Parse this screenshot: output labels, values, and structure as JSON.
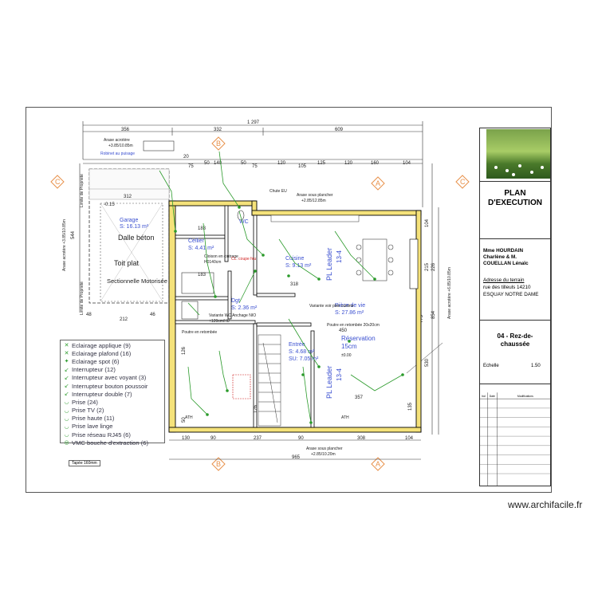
{
  "dims_top_total": "1 297",
  "dims_top": [
    "356",
    "332",
    "609"
  ],
  "dims_second": [
    "20",
    "75",
    "50",
    "140",
    "50",
    "75",
    "120",
    "105",
    "160",
    "104"
  ],
  "dims_second_b": [
    "20",
    "125",
    "120",
    "160",
    "104"
  ],
  "dims_bottom": [
    "130",
    "90",
    "237",
    "90",
    "308",
    "104"
  ],
  "dims_bottom_total": "965",
  "dims_left": [
    "544",
    "212",
    "48",
    "46"
  ],
  "dims_right": [
    "104",
    "215",
    "226",
    "775",
    "530",
    "854"
  ],
  "annotations": {
    "arase_acrotere_top": "Arase acrotère",
    "arase_acrotere_top_val": "+3.85/10.85m",
    "robinet": "Robinet au puisage",
    "chute_eu": "Chute EU",
    "arase_plancher_top": "Arase sous plancher",
    "arase_plancher_top_val": "+2.85/12.85m",
    "arase_acrotere_left": "Arase acrotère +3.85/10.85m",
    "limite_propriete": "Limite de Propriété",
    "arase_right": "Arase acrotère +6.85/10.85m",
    "cloison": "Cloison en cintrage",
    "cloison_h": "H0140cm",
    "cl_coupe_feu": "CL. coupe feu",
    "variante_cuisine": "Variante voir plan cuisine",
    "variante_wc": "Variante WC Anchage NIO",
    "hauteur_wc": "+120cm/H0",
    "poutre": "Poutre en retombée 20x20cm",
    "poutre_bottom": "Poutre en retombée",
    "arase_bottom": "Arase sous plancher",
    "arase_bottom_val": "+2.85/10.20m",
    "reservation": "Réservation",
    "reservation_val": "15cm",
    "reservation_elev": "±0.00",
    "ath1": "ATH",
    "ath2": "ATH",
    "pl_leader": "PL Leader",
    "placo": "13-4",
    "niveau_garage": "-0.15",
    "ceiling_width": "312",
    "dim_183": "183",
    "dim_357": "357",
    "dim_450": "450",
    "dim_318": "318",
    "mod_note": "Modifications"
  },
  "rooms": {
    "garage": {
      "name": "Garage",
      "area": "S: 16.13 m²"
    },
    "cellier": {
      "name": "Cellier",
      "area": "S: 4.41 m²"
    },
    "cuisine": {
      "name": "Cuisine",
      "area": "S: 9.13 m²"
    },
    "piece_vie": {
      "name": "Pièce de vie",
      "area": "S: 27.86 m²"
    },
    "degt": {
      "name": "Dgt",
      "area": "S: 2.36 m²"
    },
    "entree": {
      "name": "Entrée",
      "area": "S: 4.68 m²",
      "area2": "SU: 7.05 m²"
    },
    "wc": {
      "name": "WC"
    },
    "dalle": "Dalle béton",
    "toit": "Toit plat",
    "sectionnelle": "Sectionnelle Motorisée"
  },
  "section_marks": [
    "C",
    "C",
    "A",
    "A",
    "B",
    "B"
  ],
  "legend": [
    {
      "label": "Eclairage applique (9)",
      "icon": "wall-light-icon"
    },
    {
      "label": "Eclairage plafond (16)",
      "icon": "ceiling-light-icon"
    },
    {
      "label": "Eclairage spot (6)",
      "icon": "spot-light-icon"
    },
    {
      "label": "Interrupteur (12)",
      "icon": "switch-icon"
    },
    {
      "label": "Interrupteur avec voyant (3)",
      "icon": "switch-led-icon"
    },
    {
      "label": "Interrupteur bouton poussoir",
      "icon": "push-button-icon"
    },
    {
      "label": "Interrupteur double (7)",
      "icon": "double-switch-icon"
    },
    {
      "label": "Prise (24)",
      "icon": "outlet-icon"
    },
    {
      "label": "Prise TV (2)",
      "icon": "tv-outlet-icon"
    },
    {
      "label": "Prise haute (11)",
      "icon": "high-outlet-icon"
    },
    {
      "label": "Prise lave linge",
      "icon": "washer-outlet-icon"
    },
    {
      "label": "Prise réseau RJ45 (6)",
      "icon": "network-outlet-icon"
    },
    {
      "label": "VMC bouche d'extraction (6)",
      "icon": "vmc-icon"
    }
  ],
  "tapee": "Tapée 160mm",
  "title_block": {
    "title1": "PLAN",
    "title2": "D'EXECUTION",
    "client1": "Mme HOURDAIN",
    "client2": "Charlène & M.",
    "client3": "COUELLAN Lénaïc",
    "addr_label": "Adresse du terrain",
    "addr1": "rue des tilleuls 14210",
    "addr2": "ESQUAY NOTRE DAME",
    "sheet1": "04 - Rez-de-",
    "sheet2": "chaussée",
    "scale_label": "Echelle",
    "scale_value": "1.50",
    "rev_col1": "Ind",
    "rev_col2": "Date",
    "rev_col3": "Modifications"
  },
  "watermark": "www.archifacile.fr",
  "colors": {
    "wall_fill": "#f5e27a",
    "wall_stroke": "#000000",
    "room_label": "#3a4fd0",
    "circuit": "#2a9a2a",
    "section_mark": "#e8914a",
    "leader": "#3a4fd0"
  }
}
